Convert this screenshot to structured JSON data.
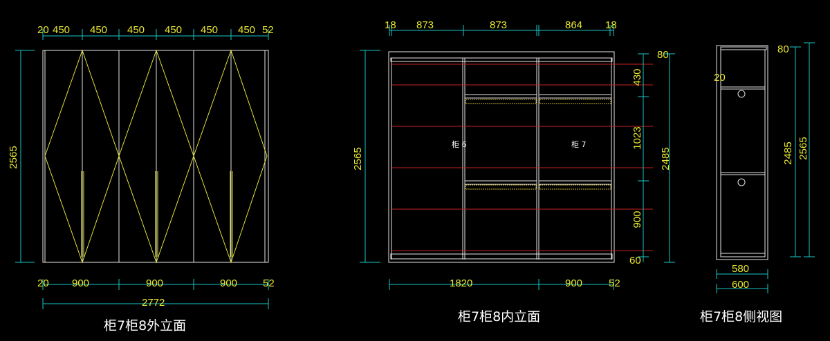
{
  "titles": {
    "outer": "柜7柜8外立面",
    "inner": "柜7柜8内立面",
    "side": "柜7柜8侧视图"
  },
  "outer": {
    "top_dims": [
      "20",
      "450",
      "450",
      "450",
      "450",
      "450",
      "450",
      "52"
    ],
    "bottom_dims": [
      "20",
      "900",
      "900",
      "900",
      "52"
    ],
    "total_width": "2772",
    "height": "2565"
  },
  "inner": {
    "top_dims": [
      "18",
      "873",
      "873",
      "864",
      "18"
    ],
    "bottom_dims": [
      "1820",
      "900",
      "52"
    ],
    "height": "2565",
    "right_dims": [
      "80",
      "430",
      "1023",
      "900",
      "60"
    ],
    "inner_height": "2485",
    "cabinet_labels": [
      "柜 6",
      "柜 7"
    ]
  },
  "side": {
    "top_dim": "80",
    "left_dim": "20",
    "bottom_dims": [
      "580",
      "600"
    ],
    "inner_height": "2485",
    "height": "2565"
  },
  "colors": {
    "background": "#000000",
    "dimension": "#19c6c6",
    "text": "#e8e832",
    "outline": "#e6e6e6",
    "door_swing": "#e2e23a",
    "reference": "#c82020"
  }
}
